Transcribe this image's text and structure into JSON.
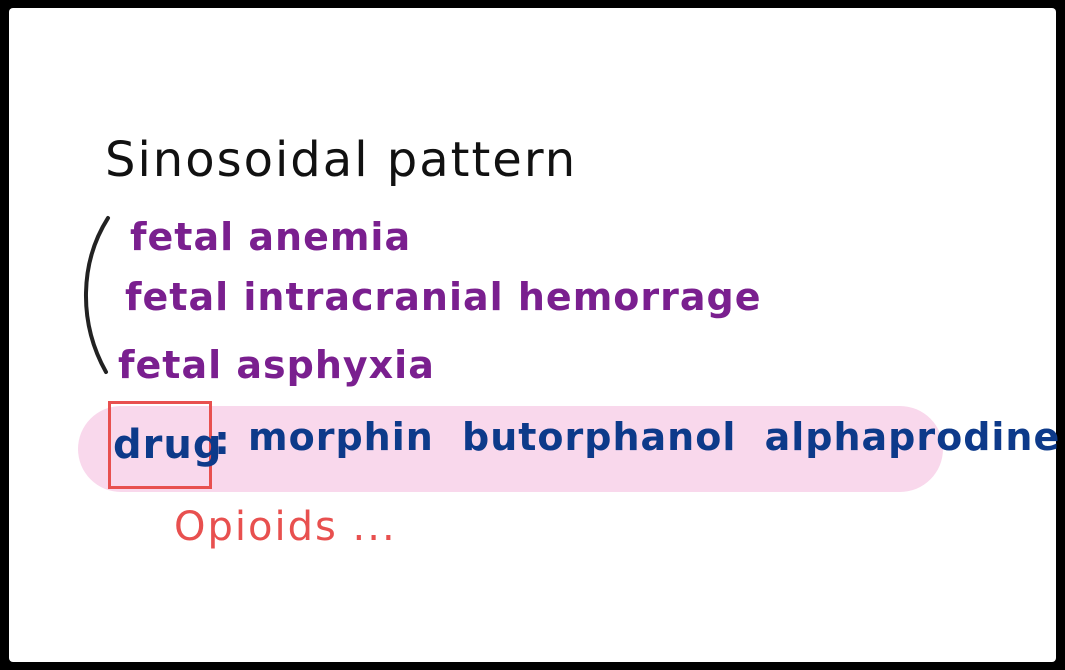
{
  "note": {
    "title": "Sinosoidal pattern",
    "causes": [
      "fetal anemia",
      "fetal intracranial hemorrage",
      "fetal asphyxia"
    ],
    "drug_label": "drug",
    "drug_separator": ":",
    "drugs": "morphin butorphanol alphaprodine",
    "drug_class": "Opioids ..."
  },
  "colors": {
    "background": "#000000",
    "page": "#ffffff",
    "title_ink": "#111111",
    "cause_ink": "#7a1f8f",
    "drug_ink": "#0d3a8a",
    "highlight": "#f9d8ec",
    "box_and_opioids": "#e8504f",
    "bracket_ink": "#222222"
  }
}
